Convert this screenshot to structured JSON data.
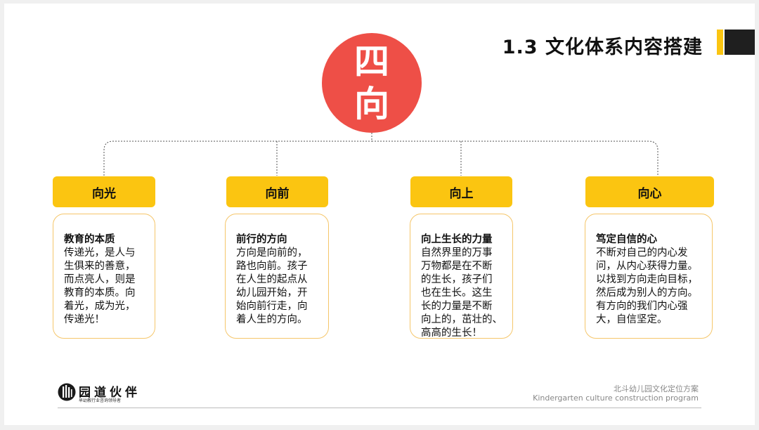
{
  "colors": {
    "accent_yellow": "#FBC511",
    "card_border": "#F5C66A",
    "circle_red": "#EE4F47",
    "title_block": "#1F1F1F",
    "connector": "#555555"
  },
  "header": {
    "title": "1.3 文化体系内容搭建"
  },
  "center": {
    "line1": "四",
    "line2": "向"
  },
  "branches": [
    {
      "label": "向光",
      "card_title": "教育的本质",
      "card_body": "传递光，是人与\n生俱来的善意，\n而点亮人，则是\n教育的本质。向\n着光，成为光，\n传递光！"
    },
    {
      "label": "向前",
      "card_title": "前行的方向",
      "card_body": "方向是向前的，\n路也向前。孩子\n在人生的起点从\n幼儿园开始，开\n始向前行走，向\n着人生的方向。"
    },
    {
      "label": "向上",
      "card_title": "向上生长的力量",
      "card_body": "自然界里的万事\n万物都是在不断\n的生长，孩子们\n也在生长。这生\n长的力量是不断\n向上的，茁壮的、\n高高的生长！"
    },
    {
      "label": "向心",
      "card_title": "笃定自信的心",
      "card_body": "不断对自己的内心发\n问，从内心获得力量。\n以找到方向走向目标，\n然后成为别人的方向。\n有方向的我们内心强\n大，自信坚定。"
    }
  ],
  "footer": {
    "logo_icon": "building-logo-icon",
    "brand_name": "园道伙伴",
    "brand_tagline": "早幼教行业咨询领导者",
    "doc_title_cn": "北斗幼儿园文化定位方案",
    "doc_title_en": "Kindergarten culture construction program"
  }
}
